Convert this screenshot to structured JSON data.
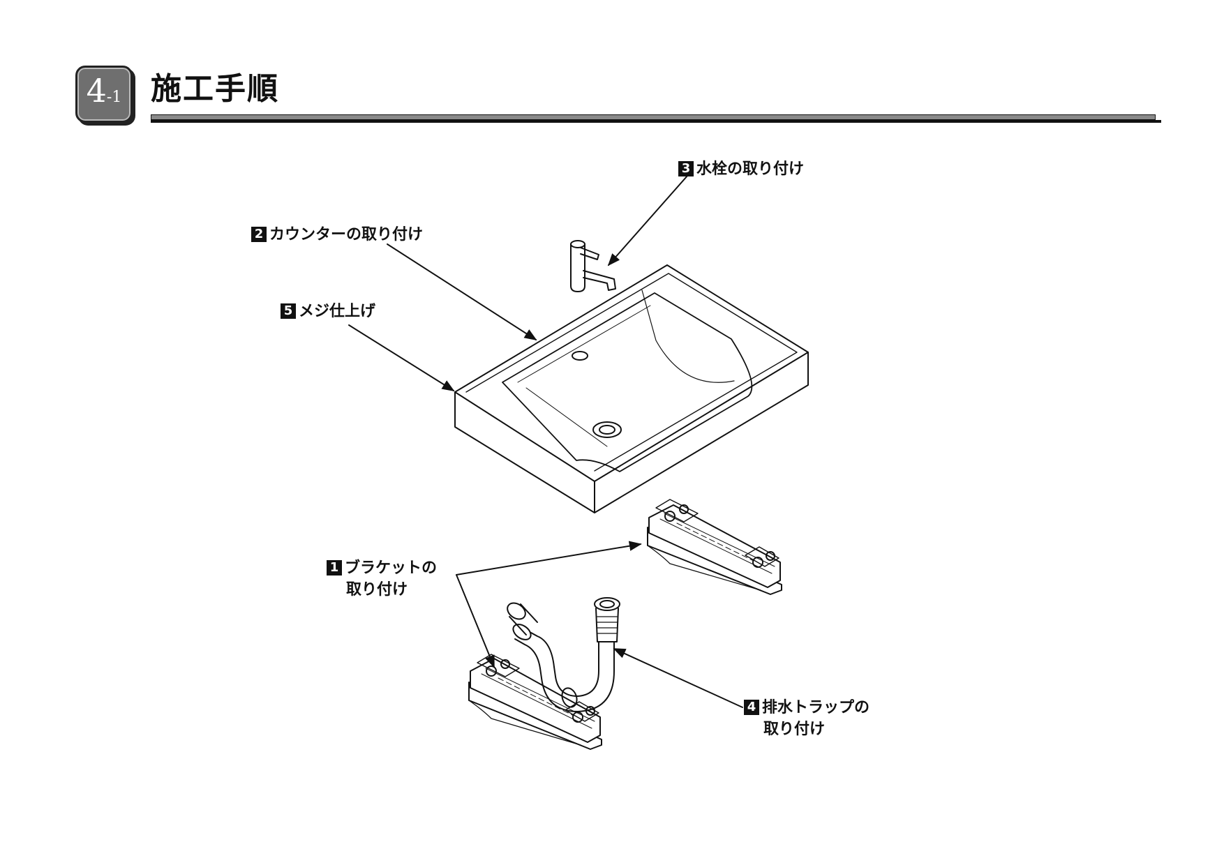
{
  "header": {
    "section_major": "4",
    "section_minor": "-1",
    "title": "施工手順"
  },
  "callouts": [
    {
      "num": "3",
      "line1": "水栓の取り付け",
      "line2": ""
    },
    {
      "num": "2",
      "line1": "カウンターの取り付け",
      "line2": ""
    },
    {
      "num": "5",
      "line1": "メジ仕上げ",
      "line2": ""
    },
    {
      "num": "1",
      "line1": "ブラケットの",
      "line2": "取り付け"
    },
    {
      "num": "4",
      "line1": "排水トラップの",
      "line2": "取り付け"
    }
  ]
}
